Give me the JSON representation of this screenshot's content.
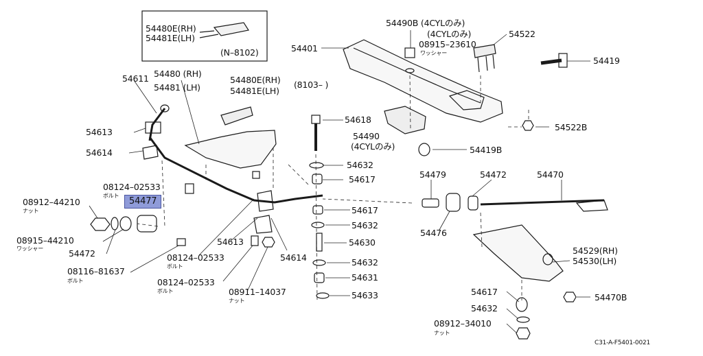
{
  "highlight_color": "#8f9bd9",
  "inset": {
    "rh": "54480E(RH)",
    "lh": "54481E(LH)",
    "note": "(N–8102)"
  },
  "labels": {
    "p54611": "54611",
    "p54480_rh": "54480 (RH)",
    "p54481_lh": "54481 (LH)",
    "p54480e_rh": "54480E(RH)",
    "p54481e_lh": "54481E(LH)",
    "range_8103": "(8103–    )",
    "p54613_a": "54613",
    "p54614_a": "54614",
    "p08124_a": "08124–02533",
    "bolt_a": "ボルト",
    "p08912_44210": "08912–44210",
    "nut_a": "ナット",
    "p54477": "54477",
    "p08915_44210": "08915–44210",
    "washer_a": "ワッシャー",
    "p54472_a": "54472",
    "p08116": "08116–81637",
    "bolt_b": "ボルト",
    "p08124_b": "08124–02533",
    "bolt_c": "ボルト",
    "p54613_b": "54613",
    "p08124_c": "08124–02533",
    "bolt_d": "ボルト",
    "p08911": "08911–14037",
    "nut_b": "ナット",
    "p54614_b": "54614",
    "p54401": "54401",
    "p54490b": "54490B (4CYLのみ)",
    "cyl_only": "(4CYLのみ)",
    "p08915_23610": "08915–23610",
    "washer_b": "ワッシャー",
    "p54522": "54522",
    "p54419": "54419",
    "p54618": "54618",
    "p54490": "54490",
    "cyl_only_b": "(4CYLのみ)",
    "p54522b": "54522B",
    "p54419b": "54419B",
    "p54632_a": "54632",
    "p54617_a": "54617",
    "p54479": "54479",
    "p54472_b": "54472",
    "p54470": "54470",
    "p54617_b": "54617",
    "p54632_b": "54632",
    "p54476": "54476",
    "p54630": "54630",
    "p54632_c": "54632",
    "p54631": "54631",
    "p54633": "54633",
    "p54529": "54529(RH)",
    "p54530": "54530(LH)",
    "p54470b": "54470B",
    "p54617_c": "54617",
    "p54632_d": "54632",
    "p08912_34010": "08912–34010",
    "nut_c": "ナット",
    "diagram_code": "C31-A-F5401-0021"
  }
}
